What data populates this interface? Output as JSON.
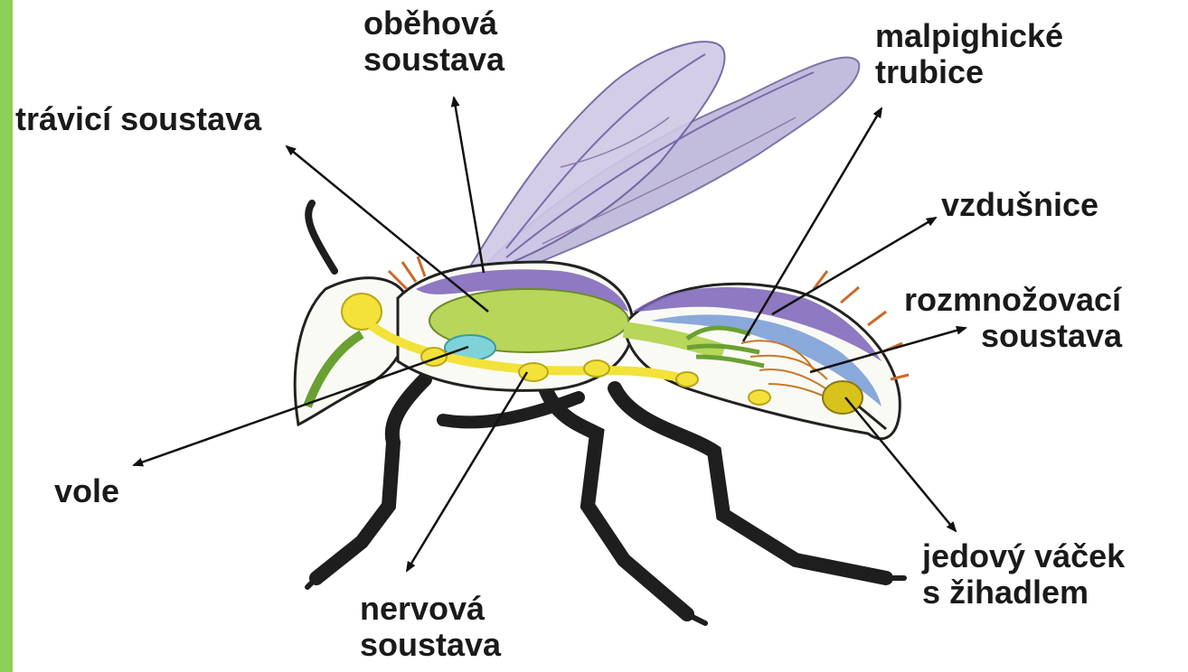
{
  "diagram": {
    "labels": {
      "obehova": [
        "oběhová",
        "soustava"
      ],
      "travici": [
        "trávicí soustava"
      ],
      "malpighicke": [
        "malpighické",
        "trubice"
      ],
      "vzdusnice": [
        "vzdušnice"
      ],
      "rozmnozovaci": [
        "rozmnožovací",
        "soustava"
      ],
      "vole": [
        "vole"
      ],
      "nervova": [
        "nervová",
        "soustava"
      ],
      "jedovy": [
        "jedový váček",
        "s žihadlem"
      ]
    },
    "colors": {
      "accent_bar": "#8cd05a",
      "digestive": "#b7d65a",
      "circulatory": "#7a62b8",
      "nervous": "#f2e23a",
      "crop": "#7fd3d8",
      "tracheal": "#5a86d0",
      "reproductive": "#c8772a",
      "venom_sac": "#d8c21c",
      "malpighian": "#6aa032",
      "wing": "#9c8fc8",
      "leg": "#1e1e1e",
      "hair": "#c86a2a"
    }
  }
}
